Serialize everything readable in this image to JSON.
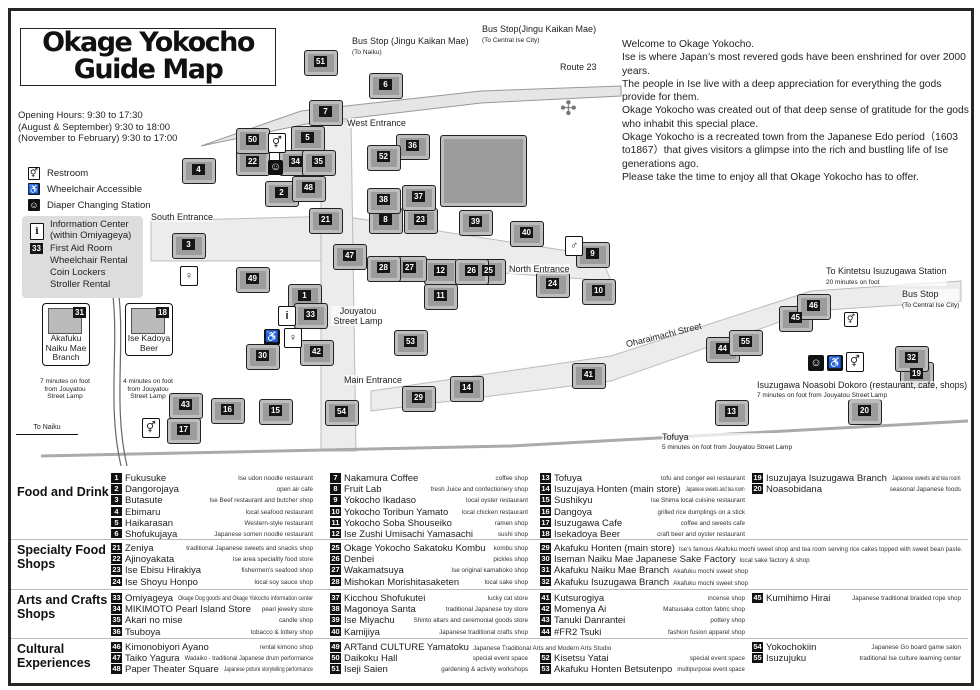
{
  "title": {
    "line1": "Okage Yokocho",
    "line2": "Guide Map"
  },
  "hours": [
    "Opening Hours: 9:30 to 17:30",
    "(August & September) 9:30 to 18:00",
    "(November to February) 9:30 to 17:00"
  ],
  "legend": {
    "restroom": "Restroom",
    "wheelchair": "Wheelchair Accessible",
    "diaper": "Diaper Changing Station",
    "info": "Information Center (within Omiyageya)",
    "info_num": "33",
    "services": [
      "First Aid Room",
      "Wheelchair Rental",
      "Coin Lockers",
      "Stroller Rental"
    ]
  },
  "intro": [
    "Welcome to Okage Yokocho.",
    "Ise is where Japan’s most revered gods have been enshrined for over 2000 years.",
    "The people in Ise live with a deep appreciation for everything the gods provide for them.",
    "Okage Yokocho was created out of that deep sense of gratitude for the gods who inhabit this special place.",
    "Okage Yokocho is a recreated town from the Japanese Edo period（1603 to1867）that gives visitors a glimpse into the rich and bustling life of Ise generations ago.",
    "Please take the time to enjoy all that Okage Yokocho has to offer."
  ],
  "map": {
    "bus_naiku": "Bus Stop (Jingu Kaikan Mae)",
    "bus_naiku_sub": "(To Naiku)",
    "bus_central": "Bus Stop(Jingu Kaikan Mae)",
    "bus_central_sub": "(To Central Ise City)",
    "route": "Route 23",
    "west": "West Entrance",
    "south": "South Entrance",
    "north": "North Entrance",
    "lamp": "Jouyatou Street Lamp",
    "main": "Main Entrance",
    "street": "Oharaimachi Street",
    "kintetsu": "To Kintetsu Isuzugawa Station",
    "kintetsu_sub": "20 minutes on foot",
    "bus_east": "Bus Stop",
    "bus_east_sub": "(To Central Ise City)",
    "noasobi": "Isuzugawa Noasobi Dokoro (restaurant, cafe, shops)",
    "noasobi_sub": "7 minutes on foot from Jouyatou Street Lamp",
    "tofuya": "Tofuya",
    "tofuya_sub": "5 minutes on foot from Jouyatou Street Lamp",
    "to_naiku": "To Naiku",
    "callout1": {
      "num": "31",
      "name": "Akafuku Naiku Mae Branch",
      "walk": "7 minutes on foot from Jouyatou Street Lamp"
    },
    "callout2": {
      "num": "18",
      "name": "Ise Kadoya Beer",
      "walk": "4 minutes on foot from Jouyatou Street Lamp"
    },
    "buildings": [
      "1",
      "2",
      "3",
      "4",
      "5",
      "6",
      "7",
      "8",
      "9",
      "10",
      "11",
      "12",
      "13",
      "14",
      "15",
      "16",
      "17",
      "19",
      "20",
      "21",
      "22",
      "23",
      "24",
      "25",
      "26",
      "27",
      "28",
      "29",
      "30",
      "32",
      "33",
      "34",
      "35",
      "36",
      "37",
      "38",
      "39",
      "40",
      "41",
      "42",
      "43",
      "44",
      "45",
      "46",
      "47",
      "48",
      "49",
      "50",
      "51",
      "52",
      "53",
      "54",
      "55"
    ]
  },
  "directory": [
    {
      "title": "Food and Drink",
      "columns": [
        [
          {
            "num": "1",
            "name": "Fukusuke",
            "desc": "Ise udon noodle restaurant"
          },
          {
            "num": "2",
            "name": "Dangorojaya",
            "desc": "open air cafe"
          },
          {
            "num": "3",
            "name": "Butasute",
            "desc": "Ise Beef restaurant and butcher shop"
          },
          {
            "num": "4",
            "name": "Ebimaru",
            "desc": "local seafood restaurant"
          },
          {
            "num": "5",
            "name": "Haikarasan",
            "desc": "Western-style restaurant"
          },
          {
            "num": "6",
            "name": "Shofukujaya",
            "desc": "Japanese somen noodle restaurant"
          }
        ],
        [
          {
            "num": "7",
            "name": "Nakamura Coffee",
            "desc": "coffee shop"
          },
          {
            "num": "8",
            "name": "Fruit Lab",
            "desc": "fresh Juice and confectionery shop"
          },
          {
            "num": "9",
            "name": "Yokocho Ikadaso",
            "desc": "local oyster restaurant"
          },
          {
            "num": "10",
            "name": "Yokocho Toribun Yamato",
            "desc": "local chicken restaurant"
          },
          {
            "num": "11",
            "name": "Yokocho Soba Shouseiko",
            "desc": "ramen shop"
          },
          {
            "num": "12",
            "name": "Ise Zushi Umisachi Yamasachi",
            "desc": "sushi shop"
          }
        ],
        [
          {
            "num": "13",
            "name": "Tofuya",
            "desc": "tofu and conger eel restaurant"
          },
          {
            "num": "14",
            "name": "Isuzujaya Honten (main store)",
            "desc": "Japanese sweets and tea room"
          },
          {
            "num": "15",
            "name": "Sushikyu",
            "desc": "Ise Shima local cuisine restaurant"
          },
          {
            "num": "16",
            "name": "Dangoya",
            "desc": "grilled rice dumplings on a stick"
          },
          {
            "num": "17",
            "name": "Isuzugawa Cafe",
            "desc": "coffee and sweets cafe"
          },
          {
            "num": "18",
            "name": "Isekadoya Beer",
            "desc": "craft beer and oyster restaurant"
          }
        ],
        [
          {
            "num": "19",
            "name": "Isuzujaya Isuzugawa Branch",
            "desc": "Japanese sweets and tea room"
          },
          {
            "num": "20",
            "name": "Noasobidana",
            "desc": "seasonal Japanese foods"
          }
        ]
      ]
    },
    {
      "title": "Specialty Food Shops",
      "columns": [
        [
          {
            "num": "21",
            "name": "Zeniya",
            "desc": "traditional Japanese sweets and snacks shop"
          },
          {
            "num": "22",
            "name": "Ajinoyakata",
            "desc": "Ise area speciality food store"
          },
          {
            "num": "23",
            "name": "Ise Ebisu Hirakiya",
            "desc": "fishermen's seafood shop"
          },
          {
            "num": "24",
            "name": "Ise Shoyu Honpo",
            "desc": "local soy sauce shop"
          }
        ],
        [
          {
            "num": "25",
            "name": "Okage Yokocho Sakatoku Kombu",
            "desc": "kombu shop"
          },
          {
            "num": "26",
            "name": "Denbei",
            "desc": "pickles shop"
          },
          {
            "num": "27",
            "name": "Wakamatsuya",
            "desc": "Ise original kamaboko shop"
          },
          {
            "num": "28",
            "name": "Mishokan Morishitasaketen",
            "desc": "local sake shop"
          }
        ],
        [
          {
            "num": "29",
            "name": "Akafuku Honten (main store)",
            "desc": "Ise's famous Akafuku mochi sweet shop and tea room serving rice cakes topped with sweet bean paste."
          },
          {
            "num": "30",
            "name": "Iseman Naiku Mae Japanese Sake Factory",
            "desc": "local sake factory & shop"
          },
          {
            "num": "31",
            "name": "Akafuku Naiku Mae Branch",
            "desc": "Akafuku mochi sweet shop"
          },
          {
            "num": "32",
            "name": "Akafuku Isuzugawa Branch",
            "desc": "Akafuku mochi sweet shop"
          }
        ]
      ]
    },
    {
      "title": "Arts and Crafts Shops",
      "columns": [
        [
          {
            "num": "33",
            "name": "Omiyageya",
            "desc": "Okage Dog goods and Okage Yokocho information center"
          },
          {
            "num": "34",
            "name": "MIKIMOTO Pearl Island Store",
            "desc": "pearl jewelry store"
          },
          {
            "num": "35",
            "name": "Akari no mise",
            "desc": "candle shop"
          },
          {
            "num": "36",
            "name": "Tsuboya",
            "desc": "tobacco & lottery shop"
          }
        ],
        [
          {
            "num": "37",
            "name": "Kicchou Shofukutei",
            "desc": "lucky cat store"
          },
          {
            "num": "38",
            "name": "Magonoya Santa",
            "desc": "traditional Japanese toy store"
          },
          {
            "num": "39",
            "name": "Ise Miyachu",
            "desc": "Shinto altars and ceremonial goods store"
          },
          {
            "num": "40",
            "name": "Kamijiya",
            "desc": "Japanese traditional crafts shop"
          }
        ],
        [
          {
            "num": "41",
            "name": "Kutsurogiya",
            "desc": "incense shop"
          },
          {
            "num": "42",
            "name": "Momenya Ai",
            "desc": "Matsusaka cotton fabric shop"
          },
          {
            "num": "43",
            "name": "Tanuki Danrantei",
            "desc": "pottery shop"
          },
          {
            "num": "44",
            "name": "#FR2 Tsuki",
            "desc": "fashion fusion apparel shop"
          }
        ],
        [
          {
            "num": "45",
            "name": "Kumihimo Hirai",
            "desc": "Japanese traditional braided rope shop"
          }
        ]
      ]
    },
    {
      "title": "Cultural Experiences",
      "columns": [
        [
          {
            "num": "46",
            "name": "Kimonobiyori Ayano",
            "desc": "rental kimono shop"
          },
          {
            "num": "47",
            "name": "Taiko Yagura",
            "desc": "Wadaiko - traditional Japanese drum performance"
          },
          {
            "num": "48",
            "name": "Paper Theater Square",
            "desc": "Japanese picture storytelling performance"
          }
        ],
        [
          {
            "num": "49",
            "name": "ARTand CULTURE Yamatoku",
            "desc": "Japanese Traditional Arts and Modern Arts Studio"
          },
          {
            "num": "50",
            "name": "Daikoku Hall",
            "desc": "special event space"
          },
          {
            "num": "51",
            "name": "Iseji Saien",
            "desc": "gardening & activity workshops"
          }
        ],
        [
          {
            "num": "52",
            "name": "Kisetsu Yatai",
            "desc": "special event space"
          },
          {
            "num": "53",
            "name": "Akafuku Honten Betsutenpo",
            "desc": "multipurpose event space"
          }
        ],
        [
          {
            "num": "54",
            "name": "Yokochokiin",
            "desc": "Japanese Go board game salon"
          },
          {
            "num": "55",
            "name": "Isuzujuku",
            "desc": "traditional Ise culture learning center"
          }
        ]
      ]
    }
  ]
}
